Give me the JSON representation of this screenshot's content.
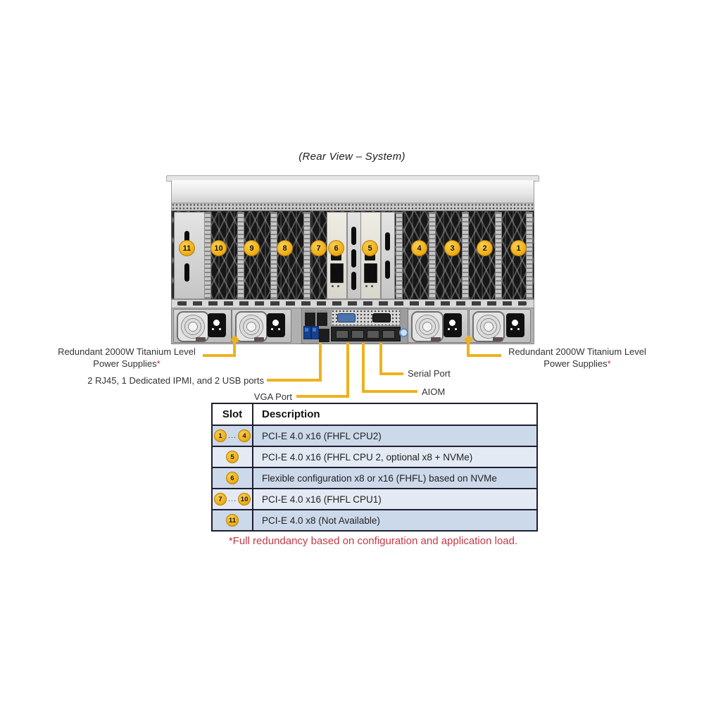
{
  "page": {
    "title": "(Rear View – System)"
  },
  "colors": {
    "callout_yellow": "#EDB21E",
    "badge_fill": "#F1B118",
    "badge_border": "#B97F0C",
    "note_red": "#C23A46",
    "table_row_dark": "#CCD9EA",
    "table_row_light": "#E3EAF4"
  },
  "chassis": {
    "slot_numbers": [
      "11",
      "10",
      "9",
      "8",
      "7",
      "6",
      "5",
      "4",
      "3",
      "2",
      "1"
    ]
  },
  "callouts": {
    "psu_left_line1": "Redundant 2000W Titanium Level",
    "psu_left_line2": "Power Supplies",
    "psu_left_note_mark": "*",
    "psu_right_line1": "Redundant 2000W Titanium Level",
    "psu_right_line2": "Power Supplies",
    "psu_right_note_mark": "*",
    "rear_ports": "2 RJ45, 1 Dedicated IPMI, and 2 USB ports",
    "vga": "VGA Port",
    "serial": "Serial Port",
    "aiom": "AIOM"
  },
  "table": {
    "headers": [
      "Slot",
      "Description"
    ],
    "rows": [
      {
        "slot_badges": [
          "1",
          "4"
        ],
        "separator": "...",
        "description": "PCI-E 4.0 x16 (FHFL CPU2)"
      },
      {
        "slot_badges": [
          "5"
        ],
        "separator": "",
        "description": "PCI-E 4.0 x16 (FHFL CPU 2, optional x8 + NVMe)"
      },
      {
        "slot_badges": [
          "6"
        ],
        "separator": "",
        "description": "Flexible configuration x8 or x16 (FHFL) based on NVMe"
      },
      {
        "slot_badges": [
          "7",
          "10"
        ],
        "separator": "...",
        "description": "PCI-E 4.0 x16 (FHFL CPU1)"
      },
      {
        "slot_badges": [
          "11"
        ],
        "separator": "",
        "description": "PCI-E 4.0 x8 (Not Available)"
      }
    ]
  },
  "footnote": "*Full redundancy based on configuration and application load."
}
